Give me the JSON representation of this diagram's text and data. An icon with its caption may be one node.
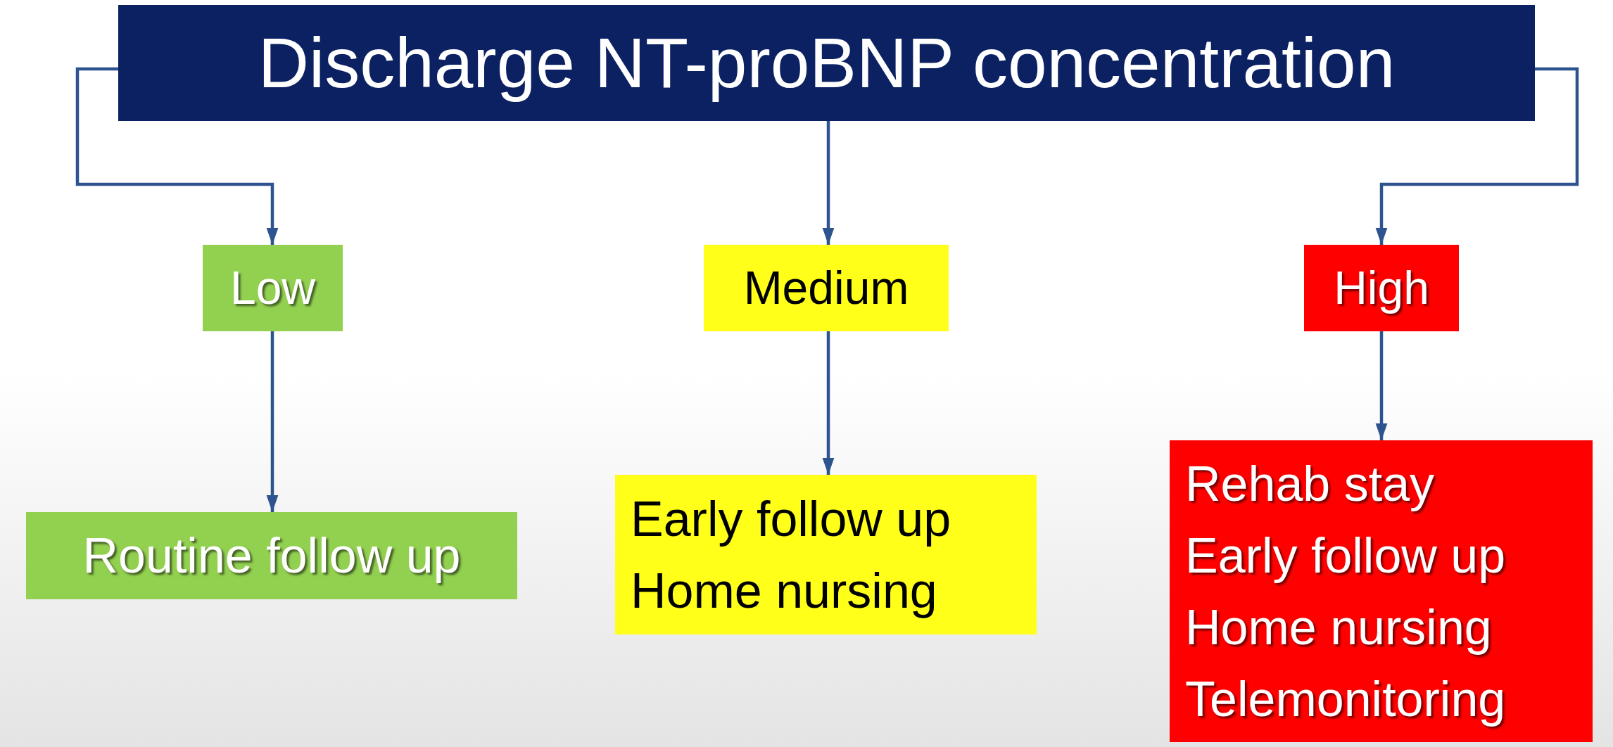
{
  "diagram": {
    "nodes": [
      {
        "text": [
          "Discharge NT-proBNP concentration"
        ]
      },
      {
        "text": [
          "Low"
        ]
      },
      {
        "text": [
          "Medium"
        ]
      },
      {
        "text": [
          "High"
        ]
      },
      {
        "text": [
          "Routine follow up"
        ]
      },
      {
        "text": [
          "Early follow up",
          "Home nursing"
        ]
      },
      {
        "text": [
          "Rehab stay",
          "Early follow up",
          "Home nursing",
          "Telemonitoring"
        ]
      }
    ],
    "edges": [
      {
        "from": 0,
        "to": 1,
        "arrow": "to"
      },
      {
        "from": 0,
        "to": 2,
        "arrow": "to"
      },
      {
        "from": 0,
        "to": 3,
        "arrow": "to"
      },
      {
        "from": 1,
        "to": 4,
        "arrow": "to"
      },
      {
        "from": 2,
        "to": 5,
        "arrow": "to"
      },
      {
        "from": 3,
        "to": 6,
        "arrow": "to"
      }
    ]
  }
}
